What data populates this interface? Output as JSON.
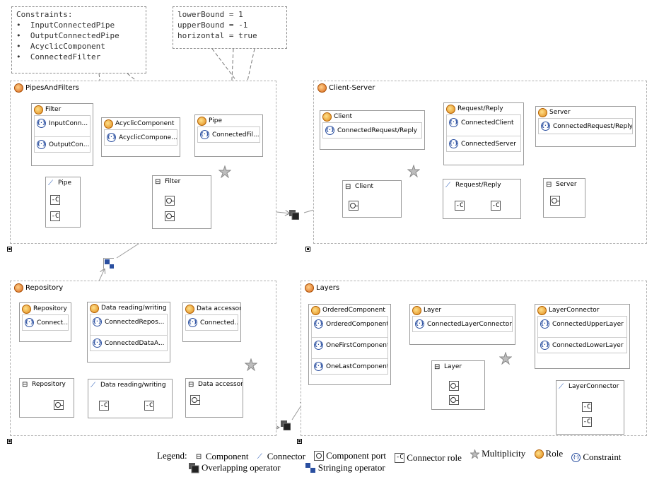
{
  "notes": {
    "constraints": "Constraints:\n•  InputConnectedPipe\n•  OutputConnectedPipe\n•  AcyclicComponent\n•  ConnectedFilter",
    "bounds": "lowerBound = 1\nupperBound = -1\nhorizontal = true"
  },
  "packages": {
    "pipes": {
      "title": "PipesAndFilters",
      "roles": {
        "filter": {
          "title": "Filter",
          "c1": "InputConn...",
          "c2": "OutputCon..."
        },
        "acyclic": {
          "title": "AcyclicComponent",
          "c1": "AcyclicCompone..."
        },
        "pipe": {
          "title": "Pipe",
          "c1": "ConnectedFil..."
        }
      },
      "pipe_connector": "Pipe",
      "filter_component": "Filter"
    },
    "client": {
      "title": "Client-Server",
      "roles": {
        "client": {
          "title": "Client",
          "c1": "ConnectedRequest/Reply"
        },
        "reqrep": {
          "title": "Request/Reply",
          "c1": "ConnectedClient",
          "c2": "ConnectedServer"
        },
        "server": {
          "title": "Server",
          "c1": "ConnectedRequest/Reply"
        }
      },
      "client_component": "Client",
      "reqrep_connector": "Request/Reply",
      "server_component": "Server"
    },
    "repo": {
      "title": "Repository",
      "roles": {
        "repository": {
          "title": "Repository",
          "c1": "Connect..."
        },
        "drw": {
          "title": "Data reading/writing",
          "c1": "ConnectedRepos...",
          "c2": "ConnectedDataA..."
        },
        "accessor": {
          "title": "Data accessor",
          "c1": "Connected..."
        }
      },
      "repository_component": "Repository",
      "drw_connector": "Data reading/writing",
      "accessor_component": "Data accessor"
    },
    "layers": {
      "title": "Layers",
      "roles": {
        "ordered": {
          "title": "OrderedComponent",
          "c1": "OrderedComponent",
          "c2": "OneFirstComponent",
          "c3": "OneLastComponent"
        },
        "layer": {
          "title": "Layer",
          "c1": "ConnectedLayerConnector"
        },
        "lconn": {
          "title": "LayerConnector",
          "c1": "ConnectedUpperLayer",
          "c2": "ConnectedLowerLayer"
        }
      },
      "layer_component": "Layer",
      "lconn_connector": "LayerConnector"
    }
  },
  "legend": {
    "label": "Legend:",
    "component": "Component",
    "connector": "Connector",
    "component_port": "Component port",
    "connector_role": "Connector role",
    "multiplicity": "Multiplicity",
    "role": "Role",
    "constraint": "Constraint",
    "overlapping": "Overlapping operator",
    "stringing": "Stringing operator"
  },
  "colors": {
    "accent": "#2a4fa0",
    "role": "#e08a1a",
    "operator": "#1a4fa0"
  }
}
